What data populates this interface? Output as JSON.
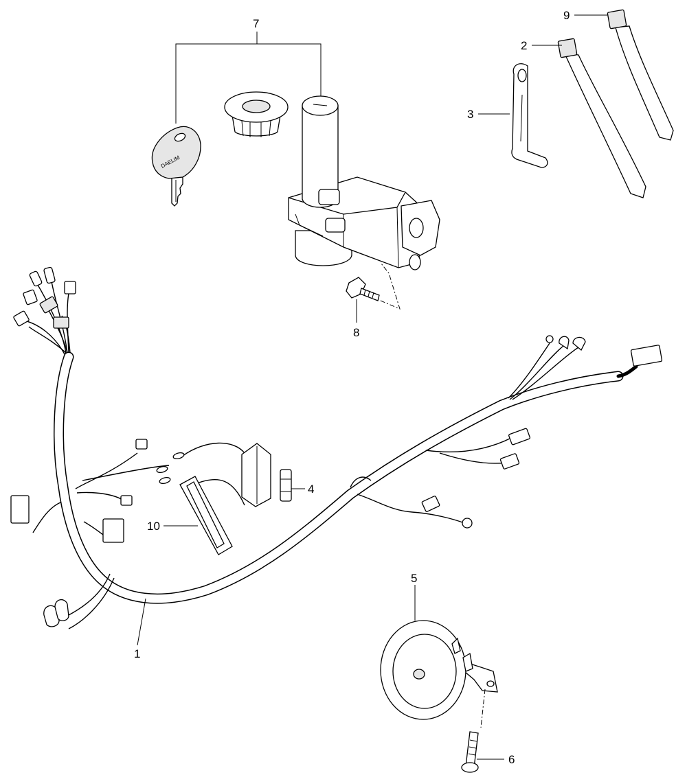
{
  "callouts": {
    "c1": "1",
    "c2": "2",
    "c3": "3",
    "c4": "4",
    "c5": "5",
    "c6": "6",
    "c7": "7",
    "c8": "8",
    "c9": "9",
    "c10": "10"
  },
  "key_text": "DAELIM"
}
